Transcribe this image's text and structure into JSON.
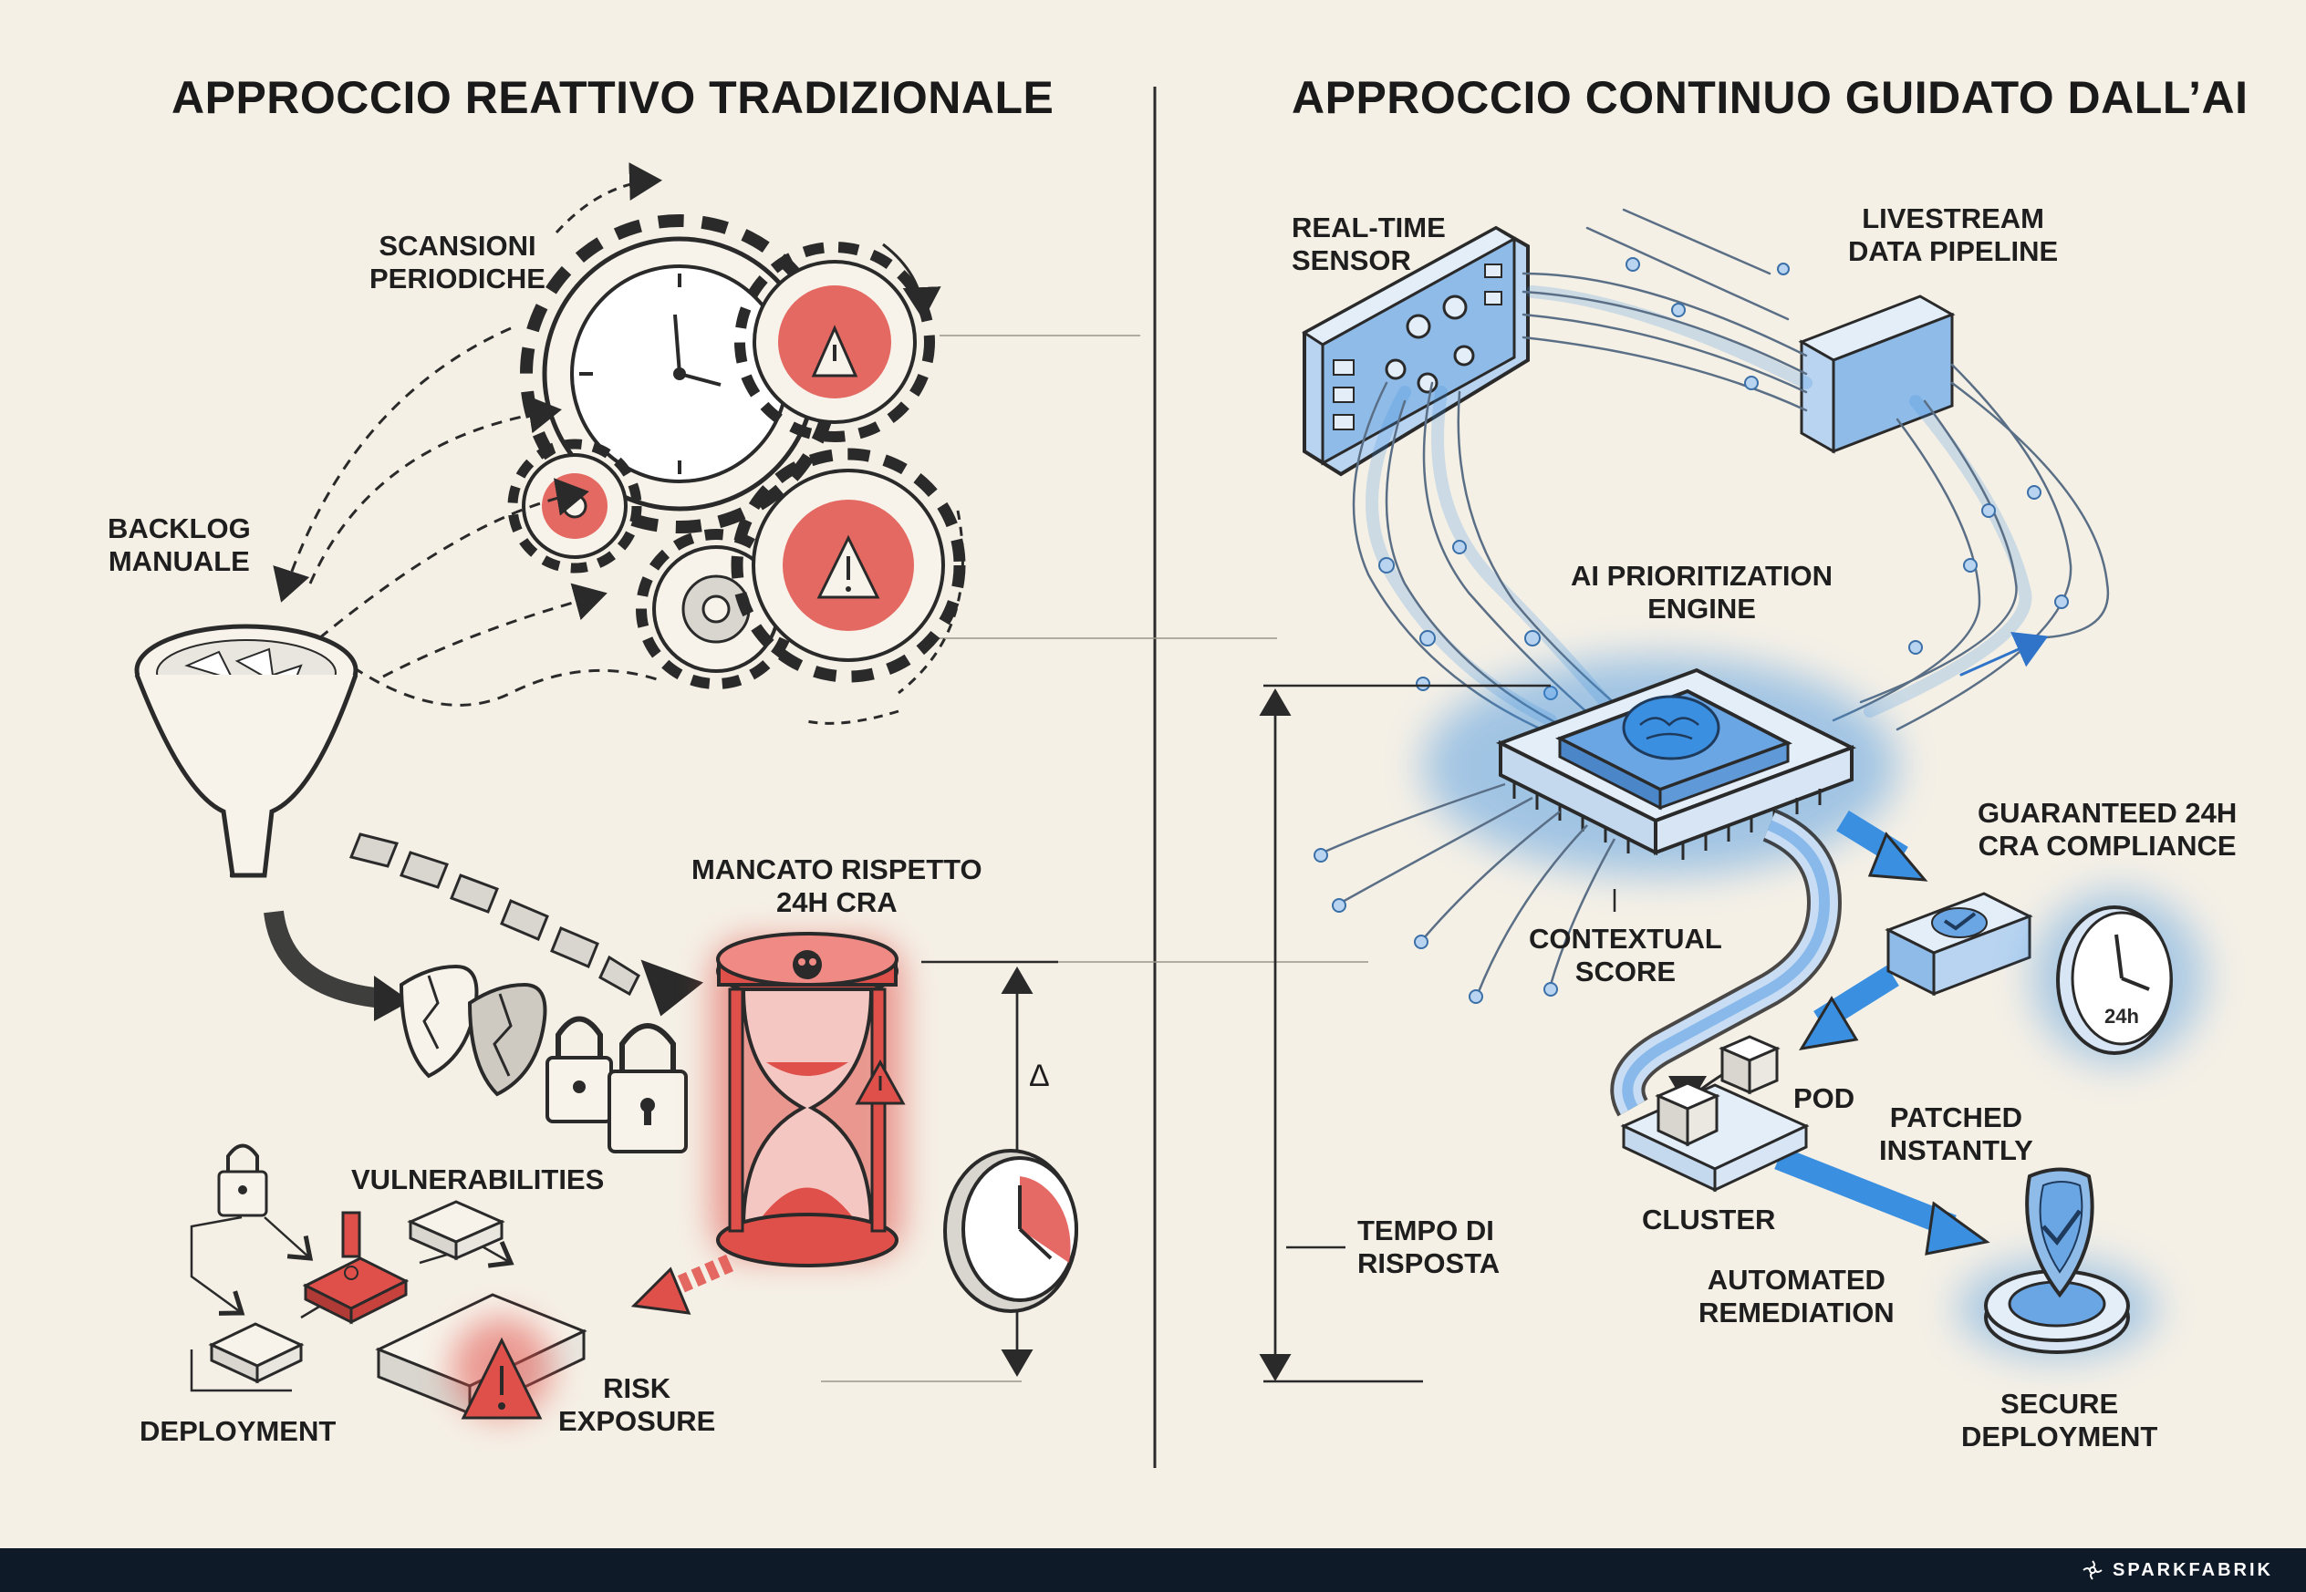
{
  "titles": {
    "left": "APPROCCIO REATTIVO TRADIZIONALE",
    "right": "APPROCCIO CONTINUO GUIDATO DALL’AI"
  },
  "left_labels": {
    "scansioni": [
      "SCANSIONI",
      "PERIODICHE"
    ],
    "backlog": [
      "BACKLOG",
      "MANUALE"
    ],
    "mancato": [
      "MANCATO RISPETTO",
      "24H CRA"
    ],
    "delta": "Δ",
    "vulnerabilities": "VULNERABILITIES",
    "deployment": "DEPLOYMENT",
    "risk": [
      "RISK",
      "EXPOSURE"
    ]
  },
  "right_labels": {
    "sensor": [
      "REAL-TIME",
      "SENSOR"
    ],
    "pipeline": [
      "LIVESTREAM",
      "DATA PIPELINE"
    ],
    "engine": [
      "AI PRIORITIZATION",
      "ENGINE"
    ],
    "compliance": [
      "GUARANTEED 24H",
      "CRA COMPLIANCE"
    ],
    "score": [
      "CONTEXTUAL",
      "SCORE"
    ],
    "clock_text": "24h",
    "pod": "POD",
    "patched": [
      "PATCHED",
      "INSTANTLY"
    ],
    "cluster": "CLUSTER",
    "tempo": [
      "TEMPO DI",
      "RISPOSTA"
    ],
    "remediation": [
      "AUTOMATED",
      "REMEDIATION"
    ],
    "secure": [
      "SECURE",
      "DEPLOYMENT"
    ]
  },
  "footer": {
    "brand": "SPARKFABRIK"
  },
  "colors": {
    "background": "#f5f0e6",
    "ink": "#2a2a2a",
    "danger_red": "#e0504a",
    "ai_blue": "#3a8fe0",
    "footer": "#0e1a28"
  }
}
